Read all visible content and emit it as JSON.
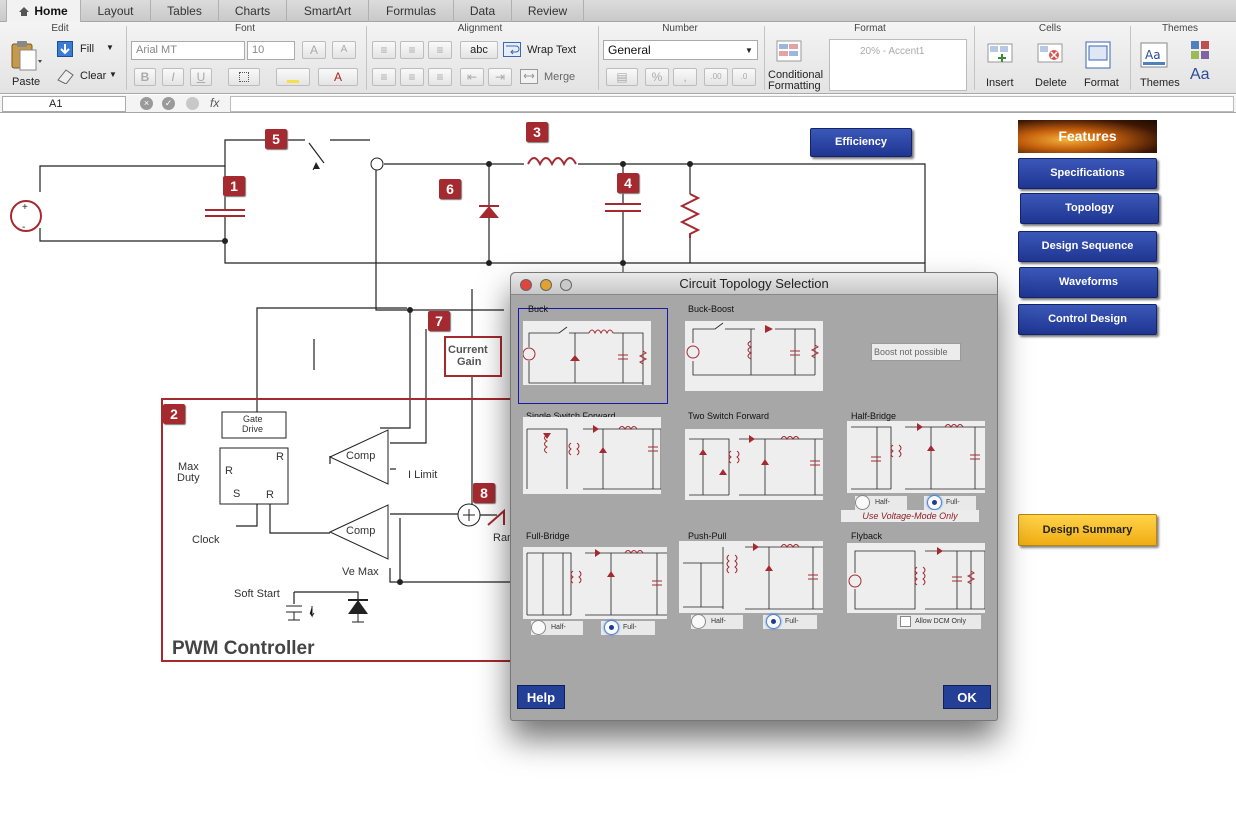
{
  "ribbon": {
    "tabs": [
      "Home",
      "Layout",
      "Tables",
      "Charts",
      "SmartArt",
      "Formulas",
      "Data",
      "Review"
    ],
    "groups": {
      "edit": "Edit",
      "font": "Font",
      "alignment": "Alignment",
      "number": "Number",
      "format": "Format",
      "cells": "Cells",
      "themes": "Themes"
    },
    "paste": "Paste",
    "fill": "Fill",
    "clear": "Clear",
    "font_name": "Arial MT",
    "font_size": "10",
    "wrap_text": "Wrap Text",
    "abc": "abc",
    "merge": "Merge",
    "number_format": "General",
    "conditional_formatting": "Conditional Formatting",
    "style_accent": "20% - Accent1",
    "insert": "Insert",
    "delete": "Delete",
    "format": "Format",
    "themes": "Themes",
    "font_btns": {
      "bold": "B",
      "italic": "I",
      "underline": "U",
      "grow": "A",
      "shrink": "A"
    },
    "pct": "%",
    "comma": ",",
    "aa": "Aa"
  },
  "formula_bar": {
    "cell_ref": "A1",
    "fx": "fx",
    "value": ""
  },
  "circuit": {
    "badges": [
      "1",
      "2",
      "3",
      "4",
      "5",
      "6",
      "7",
      "8"
    ],
    "labels": {
      "current_gain_1": "Current",
      "current_gain_2": "Gain",
      "gate_1": "Gate",
      "gate_2": "Drive",
      "comp": "Comp",
      "i_limit": "I Limit",
      "max_duty_1": "Max",
      "max_duty_2": "Duty",
      "r": "R",
      "s": "S",
      "clock": "Clock",
      "ve_max": "Ve Max",
      "soft_start": "Soft Start",
      "ramp": "Ramp",
      "pwm": "PWM Controller"
    }
  },
  "nav": {
    "efficiency": "Efficiency",
    "features": "Features",
    "items": [
      "Specifications",
      "Topology",
      "Design Sequence",
      "Waveforms",
      "Control Design"
    ],
    "summary": "Design Summary"
  },
  "dialog": {
    "title": "Circuit Topology Selection",
    "topologies": {
      "buck": "Buck",
      "buck_boost": "Buck-Boost",
      "single_forward": "Single Switch Forward",
      "two_forward": "Two Switch Forward",
      "half_bridge": "Half-Bridge",
      "full_bridge": "Full-Bridge",
      "push_pull": "Push-Pull",
      "flyback": "Flyback"
    },
    "boost_note": "Boost not possible",
    "half": "Half-",
    "full": "Full-",
    "voltage_mode": "Use Voltage-Mode Only",
    "allow_dcm": "Allow DCM Only",
    "help": "Help",
    "ok": "OK"
  }
}
